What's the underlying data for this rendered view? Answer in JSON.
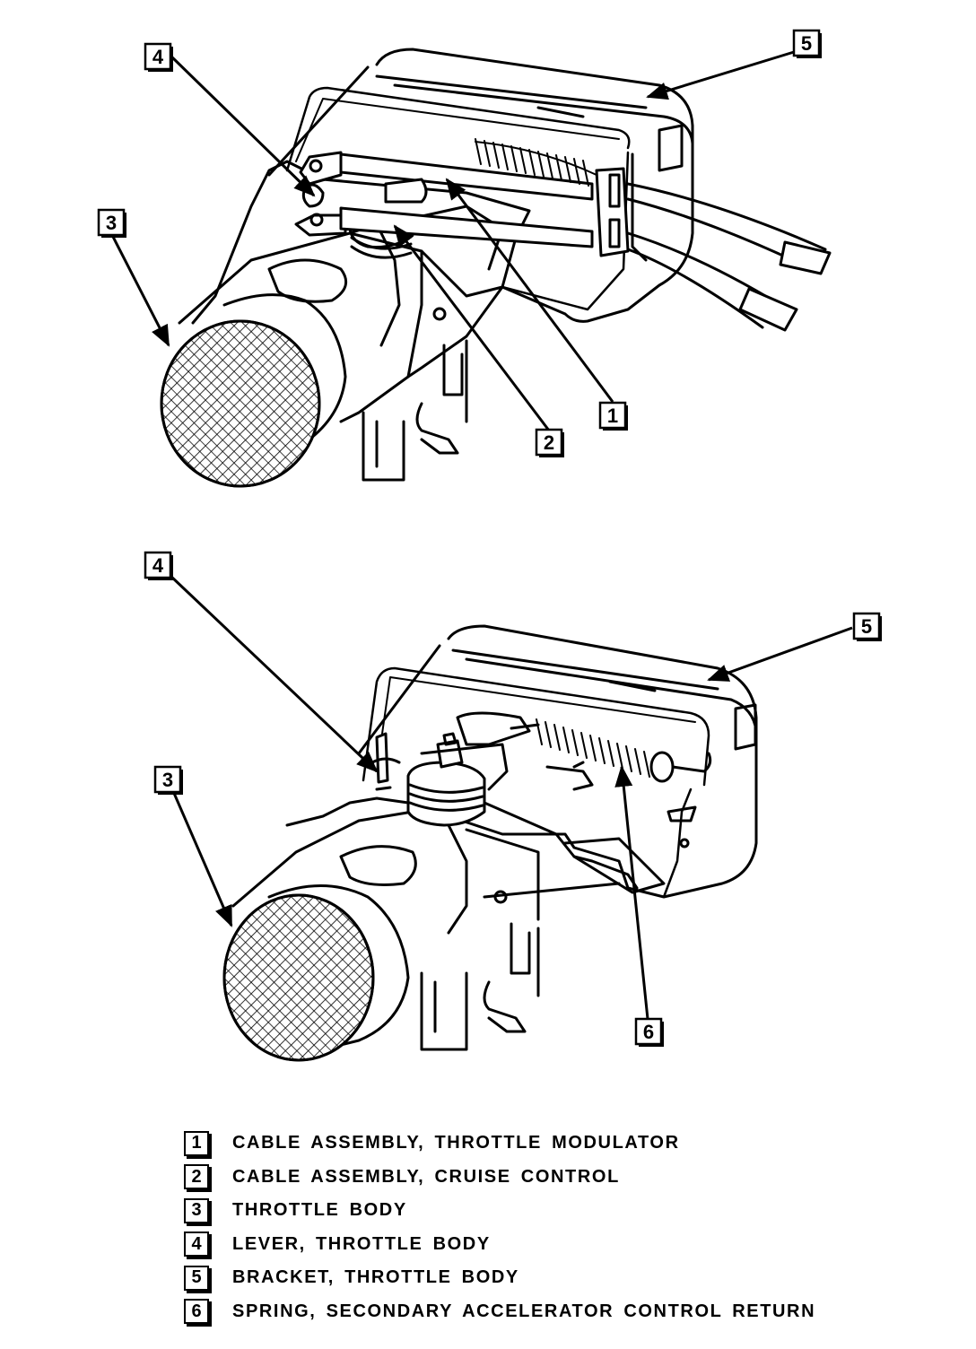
{
  "callouts": {
    "top": {
      "c1": "1",
      "c2": "2",
      "c3": "3",
      "c4": "4",
      "c5": "5"
    },
    "bottom": {
      "c3": "3",
      "c4": "4",
      "c5": "5",
      "c6": "6"
    }
  },
  "legend": [
    {
      "num": "1",
      "text": "CABLE ASSEMBLY, THROTTLE MODULATOR"
    },
    {
      "num": "2",
      "text": "CABLE ASSEMBLY, CRUISE CONTROL"
    },
    {
      "num": "3",
      "text": "THROTTLE BODY"
    },
    {
      "num": "4",
      "text": "LEVER, THROTTLE BODY"
    },
    {
      "num": "5",
      "text": "BRACKET, THROTTLE BODY"
    },
    {
      "num": "6",
      "text": "SPRING, SECONDARY ACCELERATOR CONTROL RETURN"
    }
  ]
}
